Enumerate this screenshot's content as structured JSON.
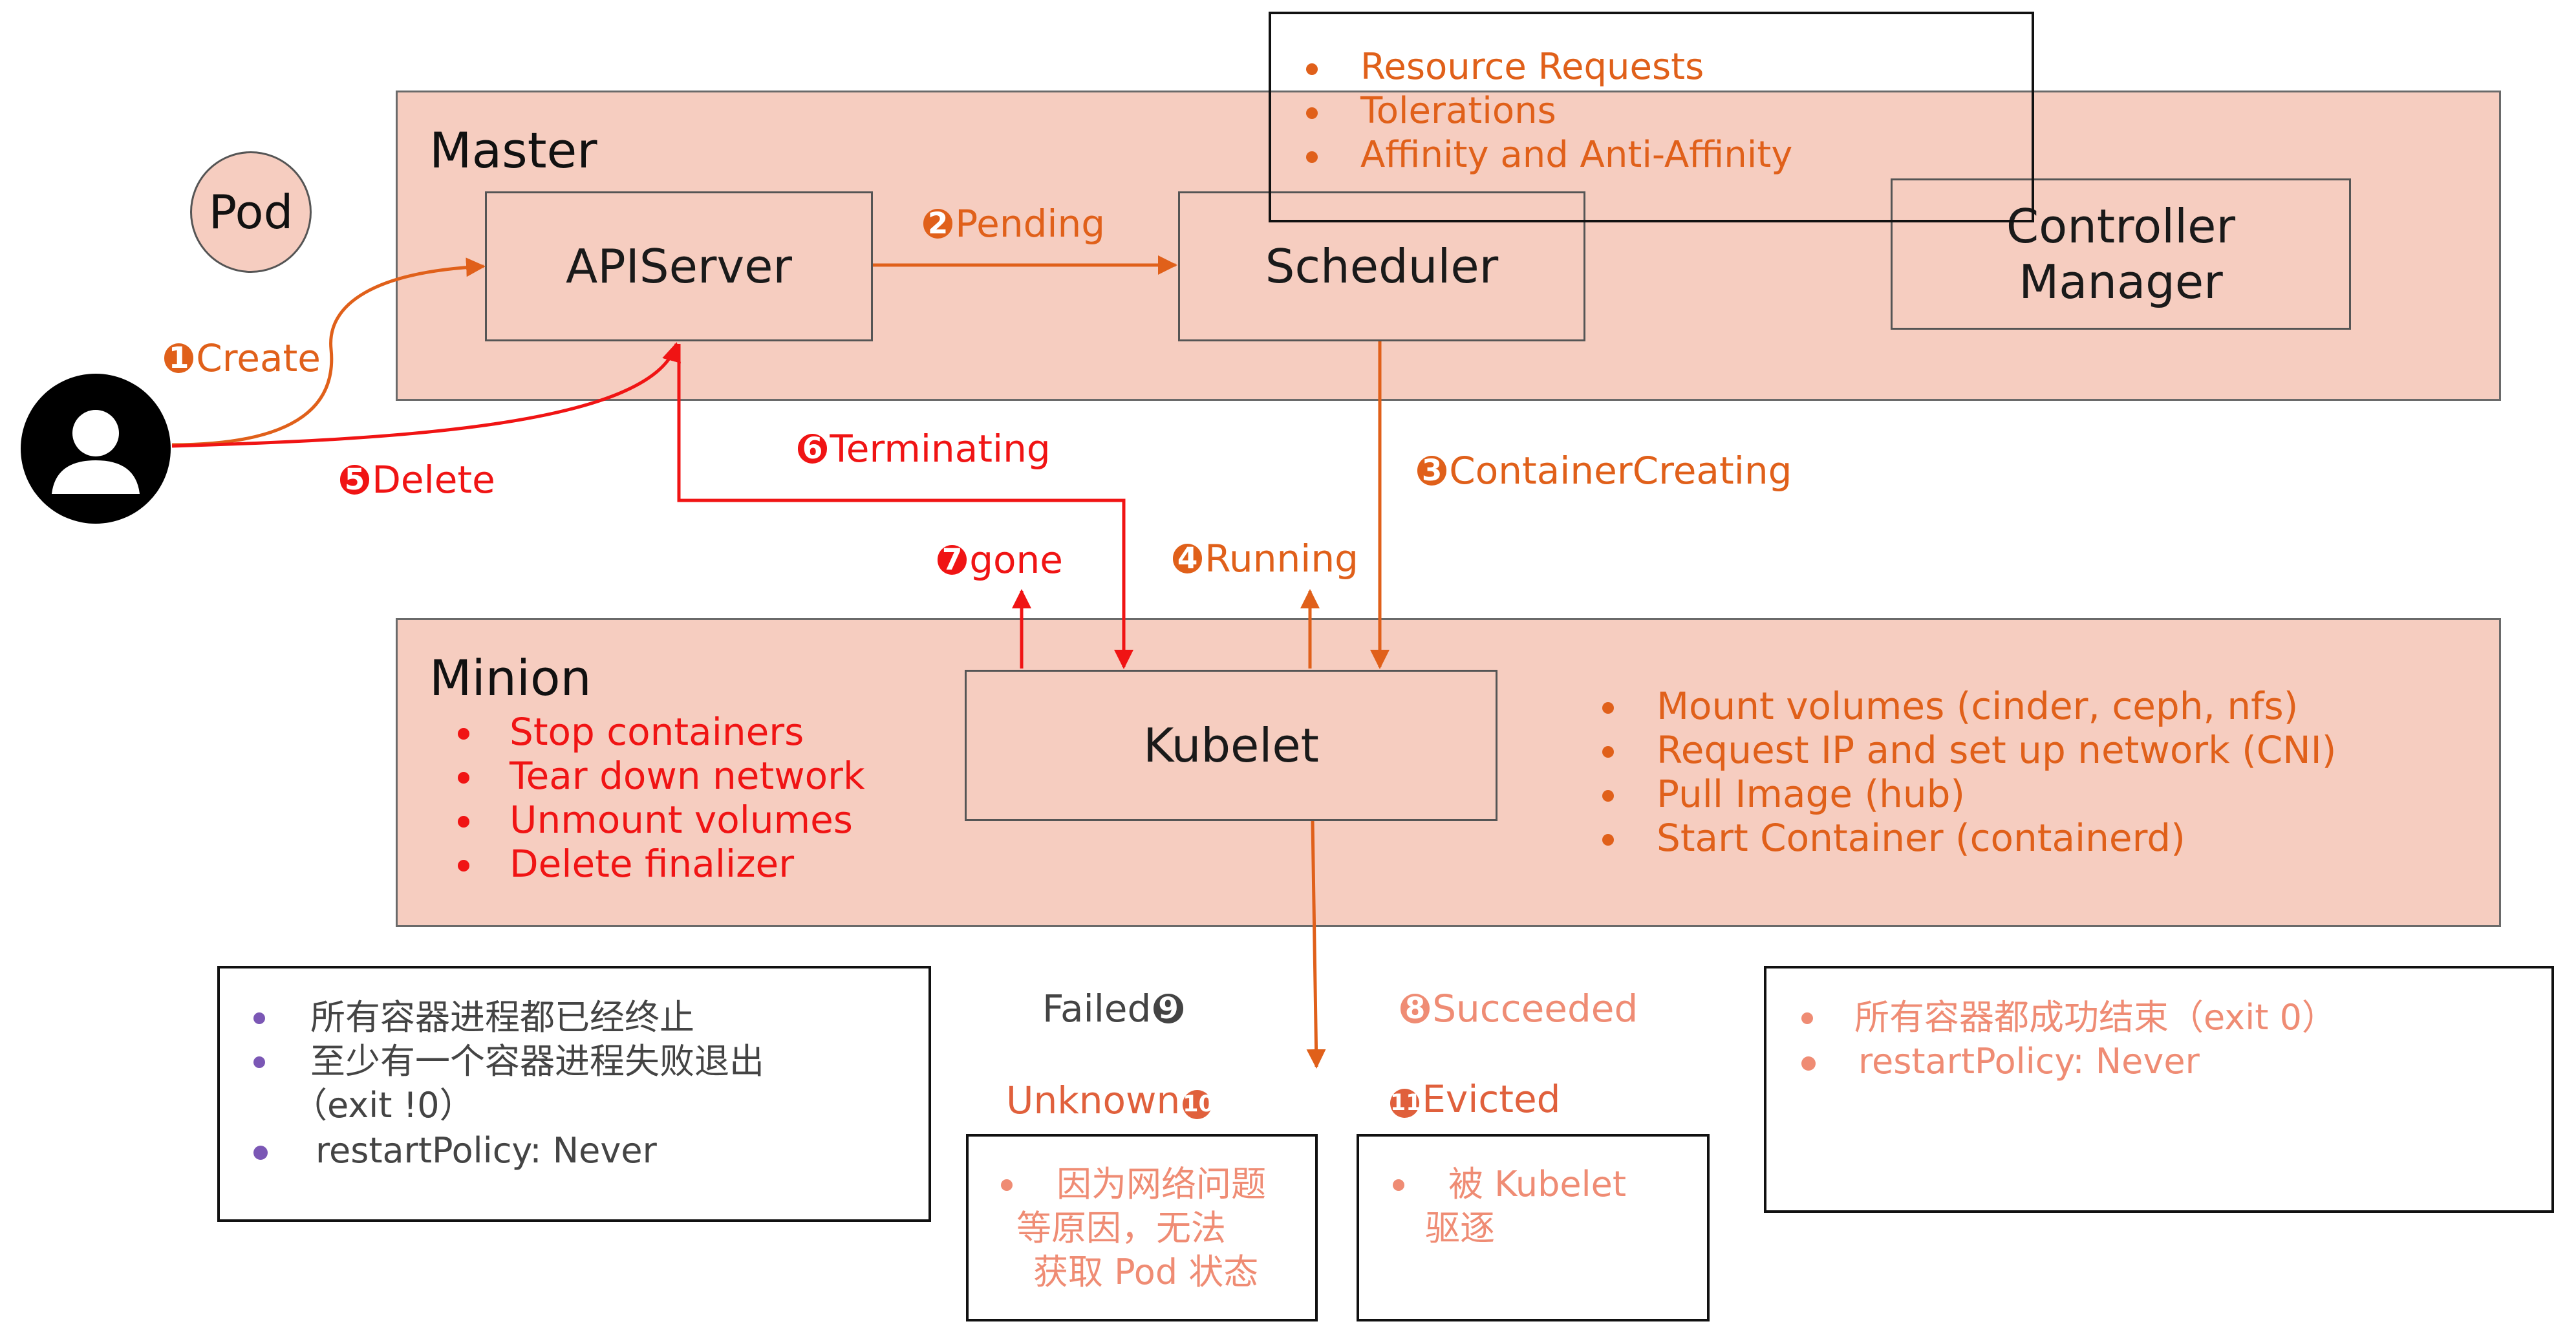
{
  "colors": {
    "region_fill": "#f6cdc0",
    "orange": "#e0601a",
    "red": "#f01414",
    "salmon": "#ef8c74",
    "dark_gray": "#444444",
    "purple": "#7b57b5"
  },
  "pod": {
    "label": "Pod"
  },
  "user": {
    "icon": "user-icon"
  },
  "master": {
    "title": "Master",
    "apiserver": "APIServer",
    "scheduler": "Scheduler",
    "controller_manager_line1": "Controller",
    "controller_manager_line2": "Manager"
  },
  "scheduler_notes": [
    "Resource Requests",
    "Tolerations",
    "Affinity and Anti-Affinity"
  ],
  "minion": {
    "title": "Minion",
    "kubelet": "Kubelet",
    "delete_steps": [
      "Stop containers",
      "Tear down network",
      "Unmount volumes",
      "Delete finalizer"
    ],
    "create_steps": [
      "Mount volumes (cinder, ceph, nfs)",
      "Request IP and set up network (CNI)",
      "Pull Image (hub)",
      "Start Container (containerd)"
    ]
  },
  "flow_labels": {
    "create": {
      "num": "1",
      "text": "Create"
    },
    "pending": {
      "num": "2",
      "text": "Pending"
    },
    "container_creating": {
      "num": "3",
      "text": "ContainerCreating"
    },
    "running": {
      "num": "4",
      "text": "Running"
    },
    "delete": {
      "num": "5",
      "text": "Delete"
    },
    "terminating": {
      "num": "6",
      "text": "Terminating"
    },
    "gone": {
      "num": "7",
      "text": "gone"
    }
  },
  "states": {
    "failed": {
      "text": "Failed",
      "num": "9"
    },
    "succeeded": {
      "num": "8",
      "text": "Succeeded"
    },
    "unknown": {
      "text": "Unknown",
      "num": "10"
    },
    "evicted": {
      "num": "11",
      "text": "Evicted"
    }
  },
  "failed_notes": {
    "line1": "所有容器进程都已经终止",
    "line2": "至少有一个容器进程失败退出",
    "line2_cont": "（exit !0）",
    "line3": "restartPolicy: Never"
  },
  "succeeded_notes": [
    "所有容器都成功结束（exit 0）",
    "restartPolicy: Never"
  ],
  "unknown_notes": {
    "line1": "因为网络问题",
    "line2": "等原因，无法",
    "line3": "获取 Pod 状态"
  },
  "evicted_notes": {
    "line1": "被 Kubelet",
    "line2": "驱逐"
  }
}
